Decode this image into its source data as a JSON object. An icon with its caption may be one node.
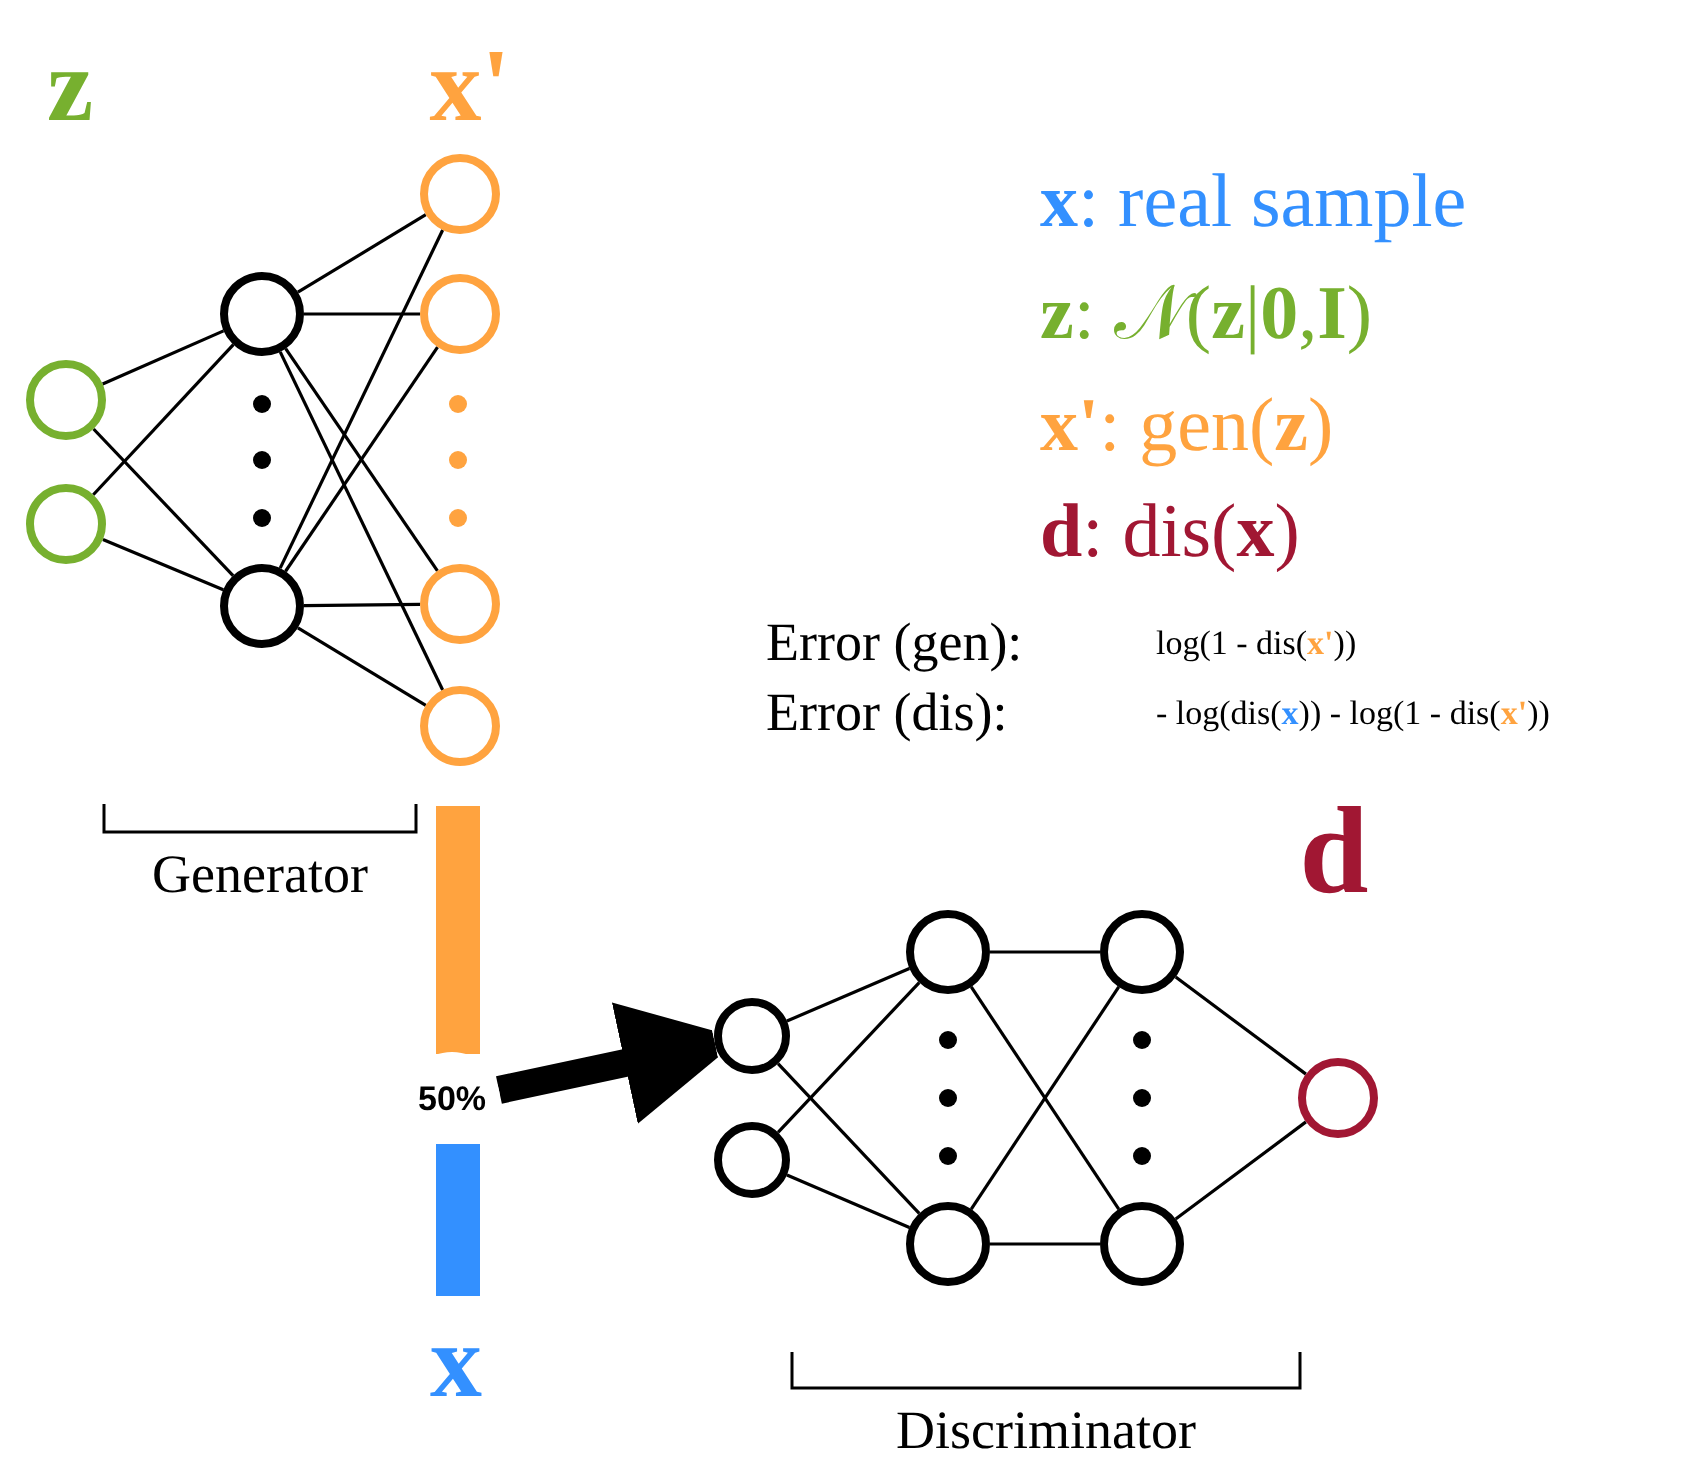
{
  "diagram": {
    "nodes": [
      {
        "text": [],
        "shape": "circle"
      },
      {
        "text": [],
        "shape": "circle"
      },
      {
        "text": [],
        "shape": "circle"
      },
      {
        "text": [],
        "shape": "circle"
      },
      {
        "text": [],
        "shape": "circle"
      },
      {
        "text": [],
        "shape": "circle"
      },
      {
        "text": [],
        "shape": "circle"
      },
      {
        "text": [],
        "shape": "circle"
      },
      {
        "text": [],
        "shape": "bar"
      },
      {
        "text": [
          "50%"
        ]
      },
      {
        "text": [],
        "shape": "bar"
      },
      {
        "text": [],
        "shape": "circle"
      },
      {
        "text": [],
        "shape": "circle"
      },
      {
        "text": [],
        "shape": "circle"
      },
      {
        "text": [],
        "shape": "circle"
      },
      {
        "text": [],
        "shape": "circle"
      },
      {
        "text": [],
        "shape": "circle"
      },
      {
        "text": [],
        "shape": "circle"
      }
    ],
    "edges": [
      {
        "from": 0,
        "to": 2,
        "arrow": "none"
      },
      {
        "from": 0,
        "to": 3,
        "arrow": "none"
      },
      {
        "from": 1,
        "to": 2,
        "arrow": "none"
      },
      {
        "from": 1,
        "to": 3,
        "arrow": "none"
      },
      {
        "from": 2,
        "to": 4,
        "arrow": "none"
      },
      {
        "from": 2,
        "to": 5,
        "arrow": "none"
      },
      {
        "from": 2,
        "to": 6,
        "arrow": "none"
      },
      {
        "from": 2,
        "to": 7,
        "arrow": "none"
      },
      {
        "from": 3,
        "to": 4,
        "arrow": "none"
      },
      {
        "from": 3,
        "to": 5,
        "arrow": "none"
      },
      {
        "from": 3,
        "to": 6,
        "arrow": "none"
      },
      {
        "from": 3,
        "to": 7,
        "arrow": "none"
      },
      {
        "from": 9,
        "to": 11,
        "arrow": "to",
        "style": "thick"
      },
      {
        "from": 11,
        "to": 13,
        "arrow": "none"
      },
      {
        "from": 11,
        "to": 14,
        "arrow": "none"
      },
      {
        "from": 12,
        "to": 13,
        "arrow": "none"
      },
      {
        "from": 12,
        "to": 14,
        "arrow": "none"
      },
      {
        "from": 13,
        "to": 15,
        "arrow": "none"
      },
      {
        "from": 13,
        "to": 16,
        "arrow": "none"
      },
      {
        "from": 14,
        "to": 15,
        "arrow": "none"
      },
      {
        "from": 14,
        "to": 16,
        "arrow": "none"
      },
      {
        "from": 15,
        "to": 17,
        "arrow": "none"
      },
      {
        "from": 16,
        "to": 17,
        "arrow": "none"
      }
    ],
    "labels": [
      "z",
      "x'",
      "**x**: real sample",
      "**z**:  𝒩(**z**|**0**,**I**)",
      "**x'**: gen(**z**)",
      "**d**: dis(**x**)",
      "Error (gen):",
      "log(1 - dis(**x'**))",
      "Error (dis):",
      "- log(dis(**x**)) - log(1 - dis(**x'**))",
      "Generator",
      "d",
      "x",
      "Discriminator"
    ]
  }
}
